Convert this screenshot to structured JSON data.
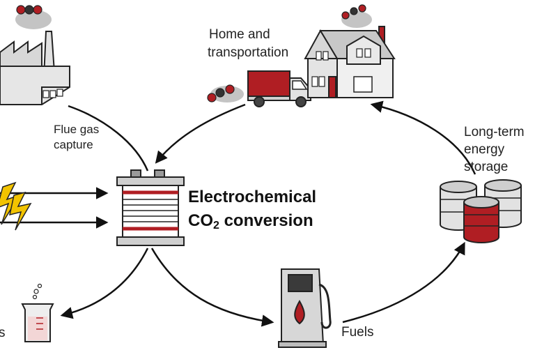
{
  "labels": {
    "home_line1": "Home and",
    "home_line2": "transportation",
    "flue_line1": "Flue gas",
    "flue_line2": "capture",
    "storage_line1": "Long-term",
    "storage_line2": "energy",
    "storage_line3": "storage",
    "fuels": "Fuels",
    "chemicals_fragment": "s"
  },
  "title": {
    "line1": "Electrochemical",
    "line2_prefix": "CO",
    "line2_sub": "2",
    "line2_suffix": " conversion"
  },
  "colors": {
    "accent_red": "#b01e23",
    "outline": "#222222",
    "gray_fill": "#d7d7d7",
    "smoke": "#b9b9b9"
  },
  "icons": [
    "factory-icon",
    "house-icon",
    "truck-icon",
    "battery-cell-icon",
    "barrels-icon",
    "fuel-pump-icon",
    "beaker-icon",
    "lightning-icon",
    "co2-molecule-icon"
  ]
}
